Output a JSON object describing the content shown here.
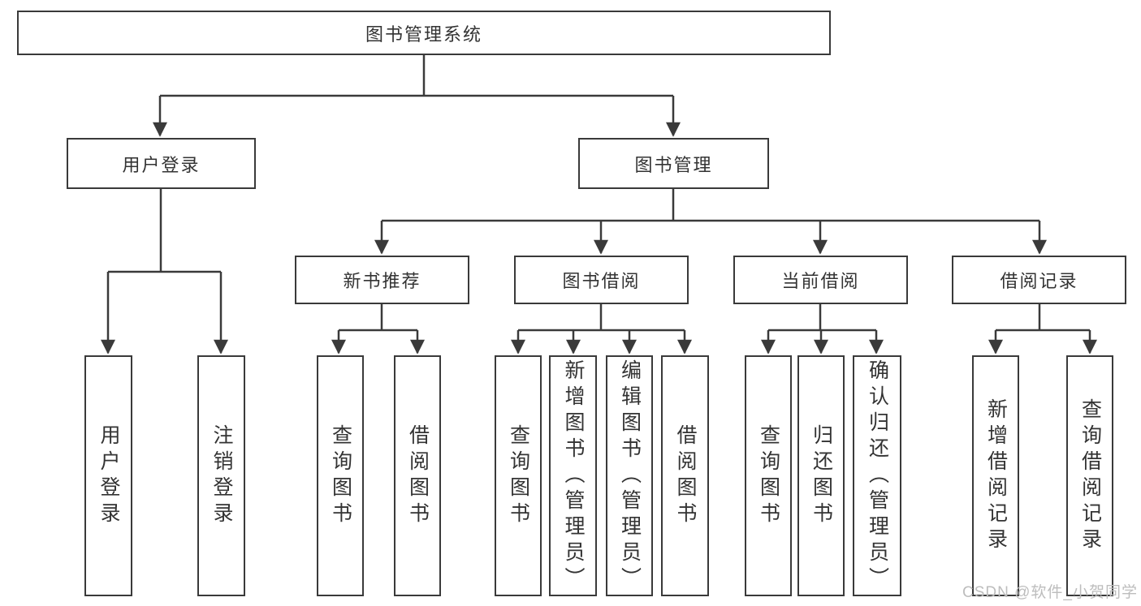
{
  "diagram_title": "图书管理系统",
  "nodes": {
    "root": {
      "label": "图书管理系统"
    },
    "level2": [
      {
        "id": "user-login",
        "label": "用户登录"
      },
      {
        "id": "book-management",
        "label": "图书管理"
      }
    ],
    "level3": [
      {
        "id": "new-book-recommend",
        "label": "新书推荐"
      },
      {
        "id": "book-borrow",
        "label": "图书借阅"
      },
      {
        "id": "current-borrow",
        "label": "当前借阅"
      },
      {
        "id": "borrow-records",
        "label": "借阅记录"
      }
    ],
    "leaves": [
      {
        "id": "leaf-user-login",
        "label": "用户登录",
        "parent": "用户登录"
      },
      {
        "id": "leaf-logout",
        "label": "注销登录",
        "parent": "用户登录"
      },
      {
        "id": "leaf-query-book-1",
        "label": "查询图书",
        "parent": "新书推荐"
      },
      {
        "id": "leaf-borrow-book-1",
        "label": "借阅图书",
        "parent": "新书推荐"
      },
      {
        "id": "leaf-query-book-2",
        "label": "查询图书",
        "parent": "图书借阅"
      },
      {
        "id": "leaf-add-book-admin",
        "label": "新增图书（管理员）",
        "parent": "图书借阅"
      },
      {
        "id": "leaf-edit-book-admin",
        "label": "编辑图书（管理员）",
        "parent": "图书借阅"
      },
      {
        "id": "leaf-borrow-book-2",
        "label": "借阅图书",
        "parent": "图书借阅"
      },
      {
        "id": "leaf-query-book-3",
        "label": "查询图书",
        "parent": "当前借阅"
      },
      {
        "id": "leaf-return-book",
        "label": "归还图书",
        "parent": "当前借阅"
      },
      {
        "id": "leaf-confirm-return-admin",
        "label": "确认归还（管理员）",
        "parent": "当前借阅"
      },
      {
        "id": "leaf-add-borrow-record",
        "label": "新增借阅记录",
        "parent": "借阅记录"
      },
      {
        "id": "leaf-query-borrow-record",
        "label": "查询借阅记录",
        "parent": "借阅记录"
      }
    ]
  },
  "watermark": "CSDN @软件_小贺同学",
  "colors": {
    "line": "#3a3a3a",
    "text": "#333333",
    "background": "#ffffff",
    "watermark": "#bdbdbd"
  }
}
